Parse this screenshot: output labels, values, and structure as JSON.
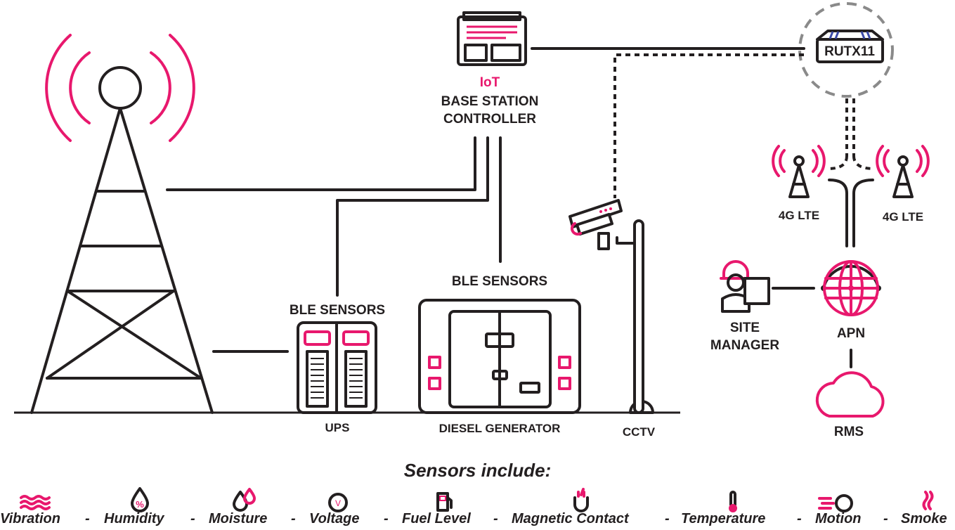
{
  "colors": {
    "accent": "#e8186d",
    "ink": "#231f20",
    "link_gray": "#8a8a8a"
  },
  "nodes": {
    "controller": {
      "iot": "IoT",
      "line1": "BASE STATION",
      "line2": "CONTROLLER"
    },
    "router": {
      "label": "RUTX11"
    },
    "ups": {
      "sensor_label": "BLE SENSORS",
      "label": "UPS"
    },
    "generator": {
      "sensor_label": "BLE SENSORS",
      "label": "DIESEL GENERATOR"
    },
    "cctv": {
      "label": "CCTV"
    },
    "lte_left": {
      "label": "4G LTE"
    },
    "lte_right": {
      "label": "4G LTE"
    },
    "site_manager": {
      "line1": "SITE",
      "line2": "MANAGER"
    },
    "apn": {
      "label": "APN"
    },
    "rms": {
      "label": "RMS"
    }
  },
  "sensors": {
    "title": "Sensors include:",
    "separator": "-",
    "items": [
      {
        "label": "Vibration",
        "icon": "waves-icon"
      },
      {
        "label": "Humidity",
        "icon": "droplet-percent-icon"
      },
      {
        "label": "Moisture",
        "icon": "droplets-icon"
      },
      {
        "label": "Voltage",
        "icon": "volt-meter-icon"
      },
      {
        "label": "Fuel Level",
        "icon": "fuel-pump-icon"
      },
      {
        "label": "Magnetic Contact",
        "icon": "magnet-icon"
      },
      {
        "label": "Temperature",
        "icon": "thermometer-icon"
      },
      {
        "label": "Motion",
        "icon": "motion-icon"
      },
      {
        "label": "Smoke",
        "icon": "smoke-icon"
      }
    ]
  }
}
